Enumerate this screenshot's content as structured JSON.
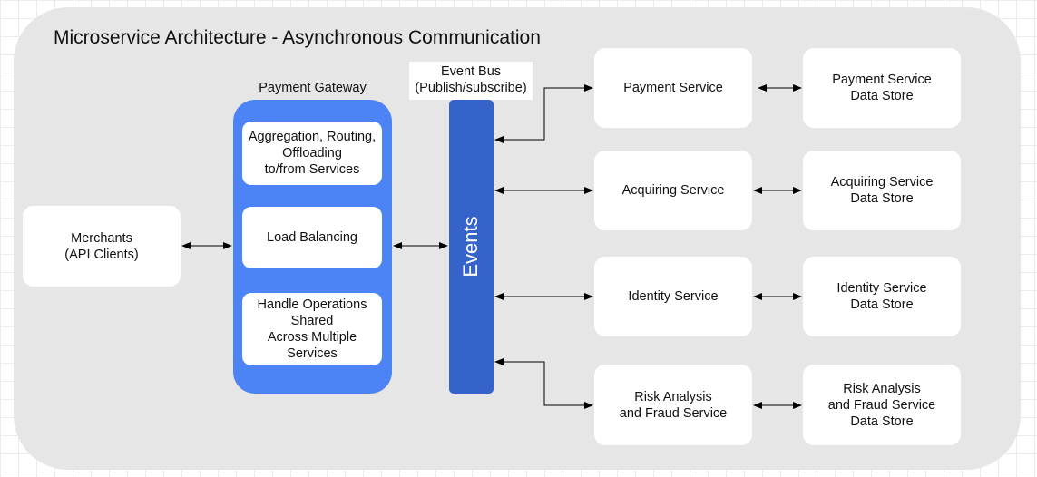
{
  "title": "Microservice Architecture - Asynchronous Communication",
  "merchants": "Merchants\n(API Clients)",
  "gateway": {
    "label": "Payment Gateway",
    "items": [
      "Aggregation, Routing,\nOffloading\nto/from Services",
      "Load Balancing",
      "Handle Operations\nShared\nAcross Multiple\nServices"
    ]
  },
  "event_bus": {
    "label": "Event Bus\n(Publish/subscribe)",
    "text": "Events"
  },
  "services": [
    "Payment Service",
    "Acquiring Service",
    "Identity Service",
    "Risk Analysis\nand Fraud Service"
  ],
  "data_stores": [
    "Payment Service\nData Store",
    "Acquiring Service\nData Store",
    "Identity Service\nData Store",
    "Risk Analysis\nand Fraud Service\nData Store"
  ],
  "colors": {
    "gateway": "#4d84f5",
    "event_bus": "#3563c9",
    "container": "#e6e6e6"
  }
}
